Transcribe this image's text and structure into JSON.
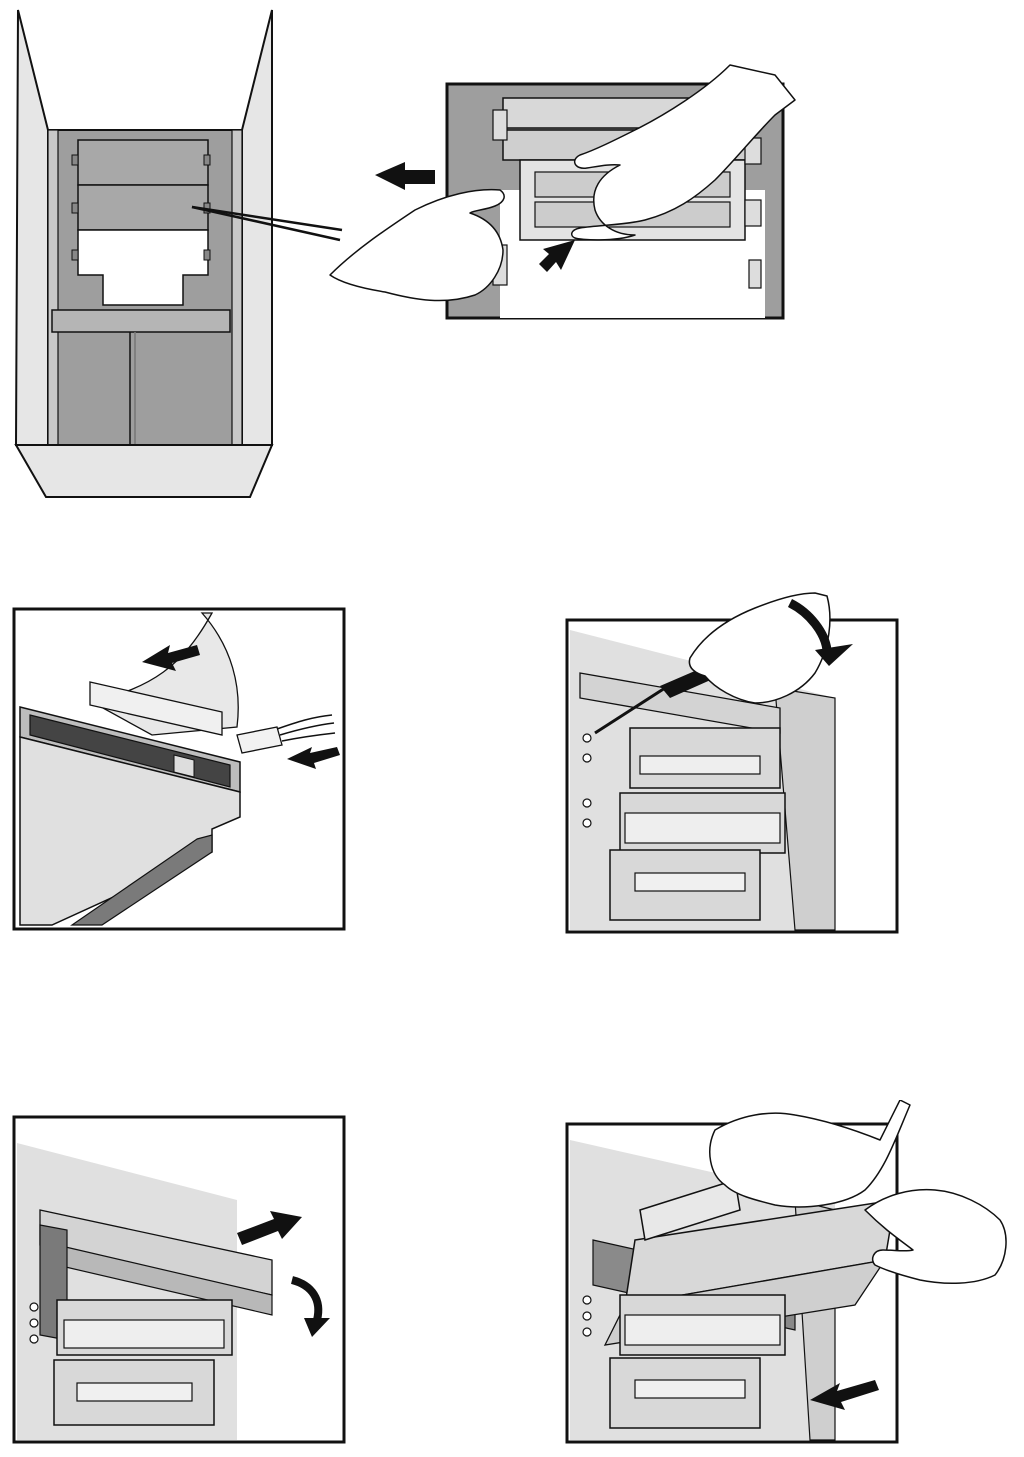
{
  "figures": [
    {
      "name": "computer-case-open"
    },
    {
      "name": "drive-bay-bracket-removal"
    },
    {
      "name": "drive-cable-disconnection"
    },
    {
      "name": "front-bezel-screwdriver"
    },
    {
      "name": "bracket-lift-out"
    },
    {
      "name": "drive-slide-out"
    }
  ],
  "colors": {
    "panel_gray": "#9e9e9e",
    "light_gray": "#d8d8d8",
    "mid_gray": "#bdbdbd",
    "ink": "#111111"
  }
}
